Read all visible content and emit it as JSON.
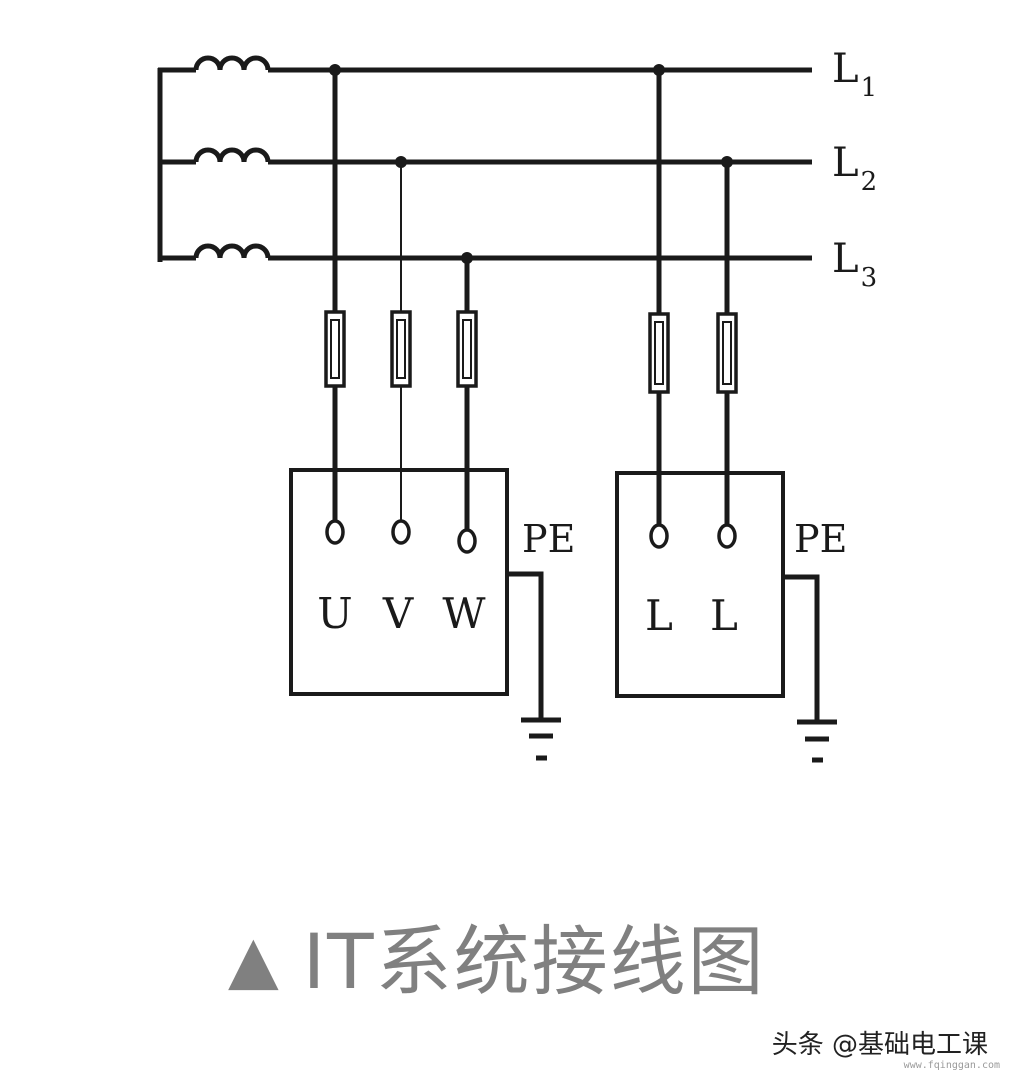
{
  "lines": [
    {
      "name": "L",
      "sub": "1"
    },
    {
      "name": "L",
      "sub": "2"
    },
    {
      "name": "L",
      "sub": "3"
    }
  ],
  "pe_label": "PE",
  "three_phase_terminals": [
    "U",
    "V",
    "W"
  ],
  "single_phase_terminals": [
    "L",
    "L"
  ],
  "caption": {
    "symbol": "▲",
    "text": "IT系统接线图"
  },
  "watermark": "头条 @基础电工课",
  "site_text": "www.fqinggan.com",
  "colors": {
    "line": "#1a1a1a",
    "caption": "#808080"
  }
}
